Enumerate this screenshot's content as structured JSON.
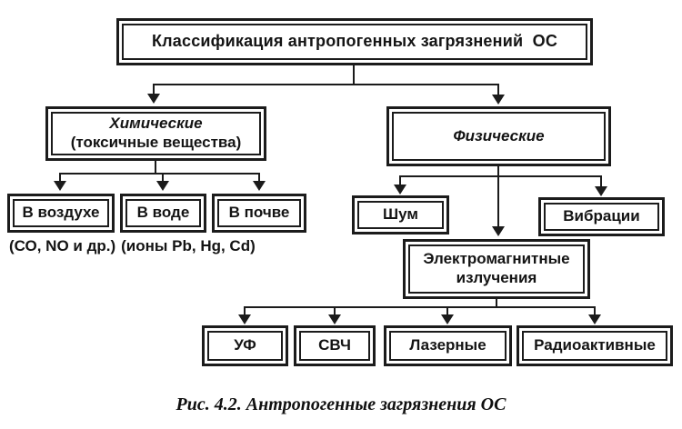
{
  "figure": {
    "root": "Классификация антропогенных загрязнений  ОС",
    "chemical": {
      "title": "Химические",
      "subtitle": "(токсичные вещества)",
      "children": [
        {
          "label": "В воздухе"
        },
        {
          "label": "В воде"
        },
        {
          "label": "В почве"
        }
      ],
      "notes": [
        "(СО, NO и др.)",
        "(ионы Pb, Hg, Cd)"
      ]
    },
    "physical": {
      "title": "Физические",
      "children": [
        {
          "label": "Шум"
        },
        {
          "label": "Вибрации"
        }
      ],
      "emr": {
        "line1": "Электромагнитные",
        "line2": "излучения",
        "children": [
          {
            "label": "УФ"
          },
          {
            "label": "СВЧ"
          },
          {
            "label": "Лазерные"
          },
          {
            "label": "Радиоактивные"
          }
        ]
      }
    },
    "caption": "Рис. 4.2. Антропогенные загрязнения ОС"
  },
  "colors": {
    "ink": "#1b1b1b",
    "paper": "#ffffff"
  }
}
